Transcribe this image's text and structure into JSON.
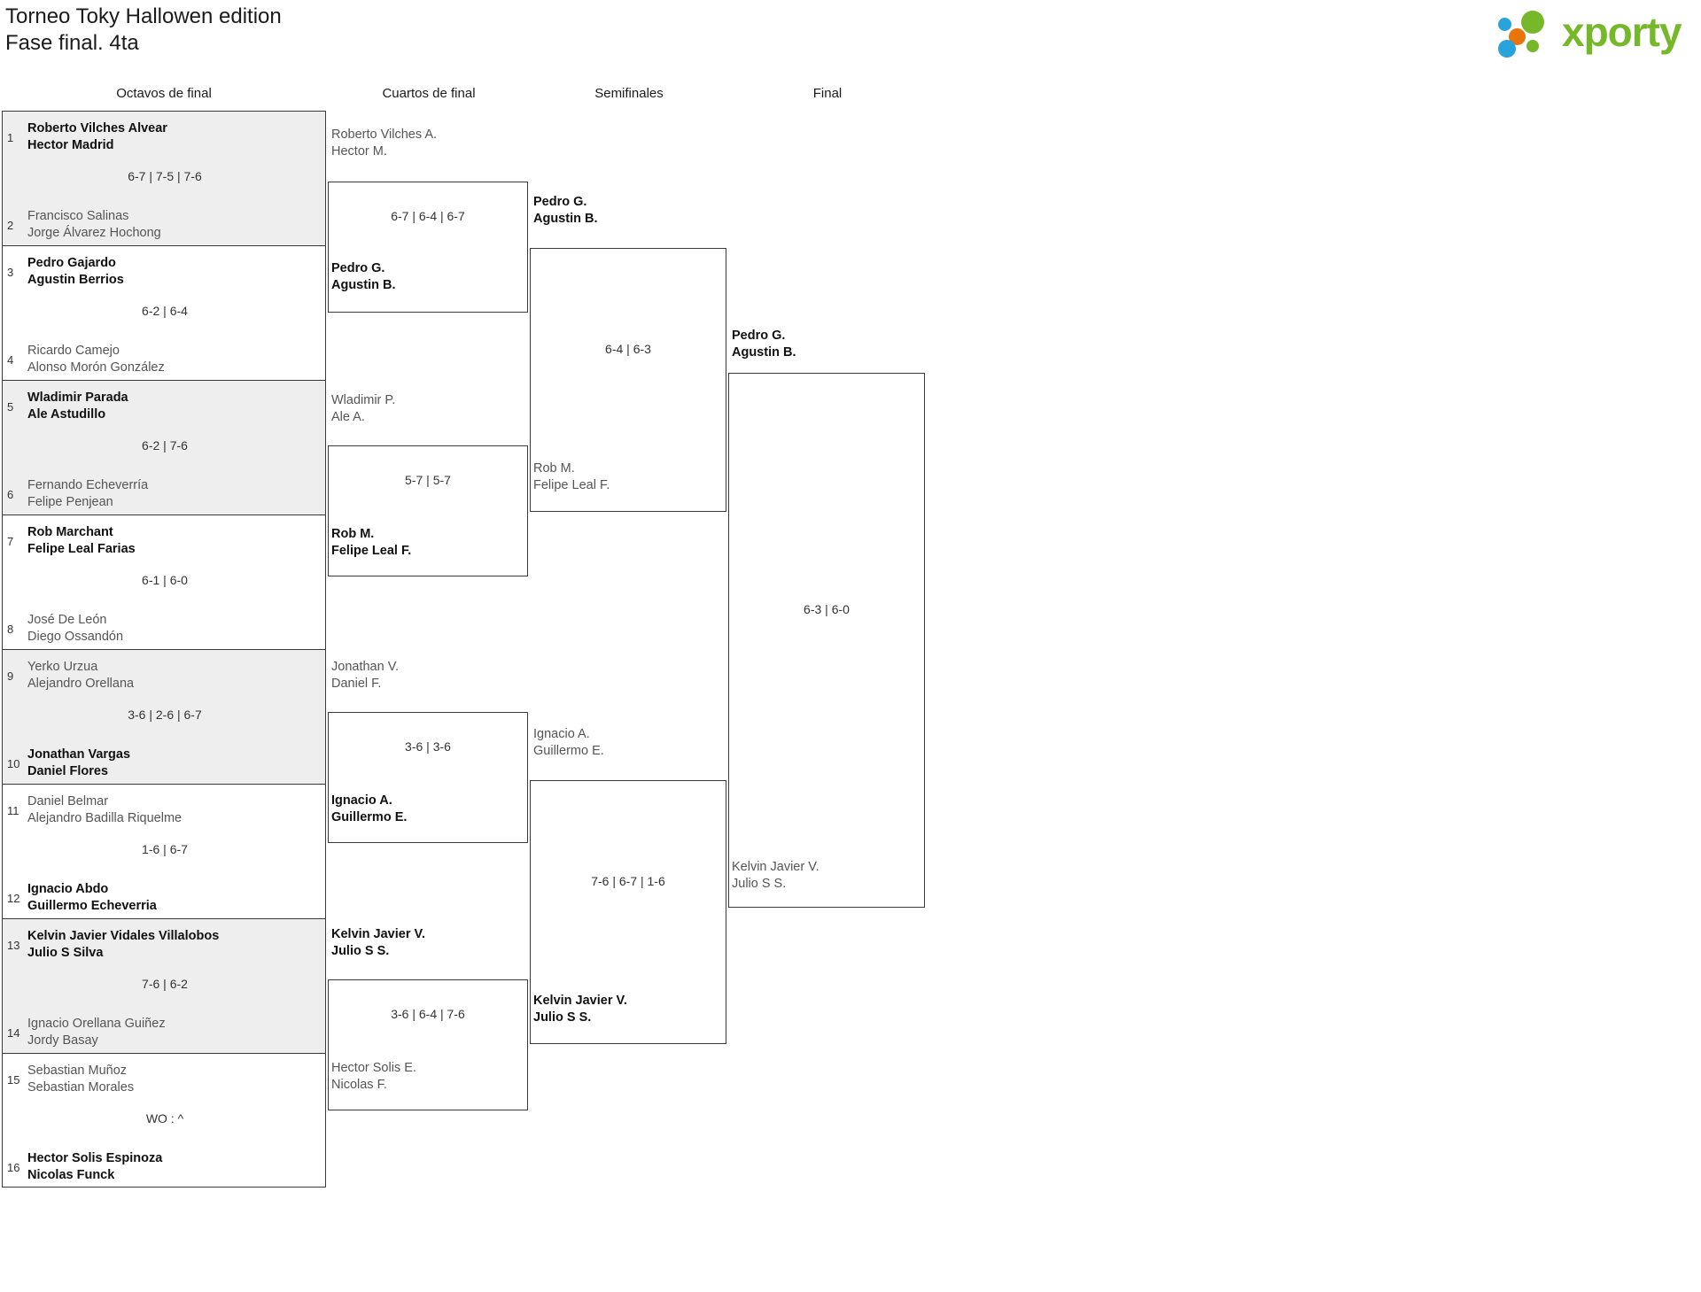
{
  "header": {
    "title_line1": "Torneo Toky Hallowen edition",
    "title_line2": "Fase final. 4ta",
    "logo_text": "xporty",
    "logo_colors": {
      "green": "#76b82a",
      "blue": "#29a3dc",
      "orange": "#e8740c"
    }
  },
  "rounds": [
    {
      "label": "Octavos de final"
    },
    {
      "label": "Cuartos de final"
    },
    {
      "label": "Semifinales"
    },
    {
      "label": "Final"
    }
  ],
  "round_of_16": [
    {
      "seed_top": "1",
      "seed_bot": "2",
      "top": {
        "p1": "Roberto Vilches Alvear",
        "p2": "Hector Madrid",
        "winner": true
      },
      "bottom": {
        "p1": "Francisco Salinas",
        "p2": "Jorge Álvarez Hochong",
        "winner": false
      },
      "score": "6-7 | 7-5 | 7-6",
      "shaded": true
    },
    {
      "seed_top": "3",
      "seed_bot": "4",
      "top": {
        "p1": "Pedro Gajardo",
        "p2": "Agustin Berrios",
        "winner": true
      },
      "bottom": {
        "p1": "Ricardo Camejo",
        "p2": "Alonso Morón González",
        "winner": false
      },
      "score": "6-2 | 6-4",
      "shaded": false
    },
    {
      "seed_top": "5",
      "seed_bot": "6",
      "top": {
        "p1": "Wladimir Parada",
        "p2": "Ale Astudillo",
        "winner": true
      },
      "bottom": {
        "p1": "Fernando Echeverría",
        "p2": "Felipe Penjean",
        "winner": false
      },
      "score": "6-2 | 7-6",
      "shaded": true
    },
    {
      "seed_top": "7",
      "seed_bot": "8",
      "top": {
        "p1": "Rob Marchant",
        "p2": "Felipe Leal Farias",
        "winner": true
      },
      "bottom": {
        "p1": "José De León",
        "p2": "Diego Ossandón",
        "winner": false
      },
      "score": "6-1 | 6-0",
      "shaded": false
    },
    {
      "seed_top": "9",
      "seed_bot": "10",
      "top": {
        "p1": "Yerko Urzua",
        "p2": "Alejandro Orellana",
        "winner": false
      },
      "bottom": {
        "p1": "Jonathan Vargas",
        "p2": "Daniel Flores",
        "winner": true
      },
      "score": "3-6 | 2-6 | 6-7",
      "shaded": true
    },
    {
      "seed_top": "11",
      "seed_bot": "12",
      "top": {
        "p1": "Daniel Belmar",
        "p2": "Alejandro Badilla Riquelme",
        "winner": false
      },
      "bottom": {
        "p1": "Ignacio Abdo",
        "p2": "Guillermo Echeverria",
        "winner": true
      },
      "score": "1-6 | 6-7",
      "shaded": false
    },
    {
      "seed_top": "13",
      "seed_bot": "14",
      "top": {
        "p1": "Kelvin Javier Vidales Villalobos",
        "p2": "Julio S Silva",
        "winner": true
      },
      "bottom": {
        "p1": "Ignacio Orellana Guiñez",
        "p2": "Jordy Basay",
        "winner": false
      },
      "score": "7-6 | 6-2",
      "shaded": true
    },
    {
      "seed_top": "15",
      "seed_bot": "16",
      "top": {
        "p1": "Sebastian Muñoz",
        "p2": "Sebastian Morales",
        "winner": false
      },
      "bottom": {
        "p1": "Hector Solis Espinoza",
        "p2": "Nicolas Funck",
        "winner": true
      },
      "score": "WO : ^",
      "shaded": false
    }
  ],
  "quarter_finals": [
    {
      "top": {
        "p1": "Roberto Vilches A.",
        "p2": "Hector M.",
        "winner": false
      },
      "bottom": {
        "p1": "Pedro G.",
        "p2": "Agustin B.",
        "winner": true
      },
      "score": "6-7 | 6-4 | 6-7"
    },
    {
      "top": {
        "p1": "Wladimir P.",
        "p2": "Ale A.",
        "winner": false
      },
      "bottom": {
        "p1": "Rob M.",
        "p2": "Felipe Leal F.",
        "winner": true
      },
      "score": "5-7 | 5-7"
    },
    {
      "top": {
        "p1": "Jonathan V.",
        "p2": "Daniel F.",
        "winner": false
      },
      "bottom": {
        "p1": "Ignacio A.",
        "p2": "Guillermo E.",
        "winner": true
      },
      "score": "3-6 | 3-6"
    },
    {
      "top": {
        "p1": "Kelvin Javier V.",
        "p2": "Julio S S.",
        "winner": true
      },
      "bottom": {
        "p1": "Hector Solis E.",
        "p2": "Nicolas F.",
        "winner": false
      },
      "score": "3-6 | 6-4 | 7-6"
    }
  ],
  "semi_finals": [
    {
      "top": {
        "p1": "Pedro G.",
        "p2": "Agustin B.",
        "winner": true
      },
      "bottom": {
        "p1": "Rob M.",
        "p2": "Felipe Leal F.",
        "winner": false
      },
      "score": "6-4 | 6-3"
    },
    {
      "top": {
        "p1": "Ignacio A.",
        "p2": "Guillermo E.",
        "winner": false
      },
      "bottom": {
        "p1": "Kelvin Javier V.",
        "p2": "Julio S S.",
        "winner": true
      },
      "score": "7-6 | 6-7 | 1-6"
    }
  ],
  "final": {
    "top": {
      "p1": "Pedro G.",
      "p2": "Agustin B.",
      "winner": true
    },
    "bottom": {
      "p1": "Kelvin Javier V.",
      "p2": "Julio S S.",
      "winner": false
    },
    "score": "6-3 | 6-0"
  },
  "champion": {
    "p1": "Pedro G.",
    "p2": "Agustin B."
  }
}
